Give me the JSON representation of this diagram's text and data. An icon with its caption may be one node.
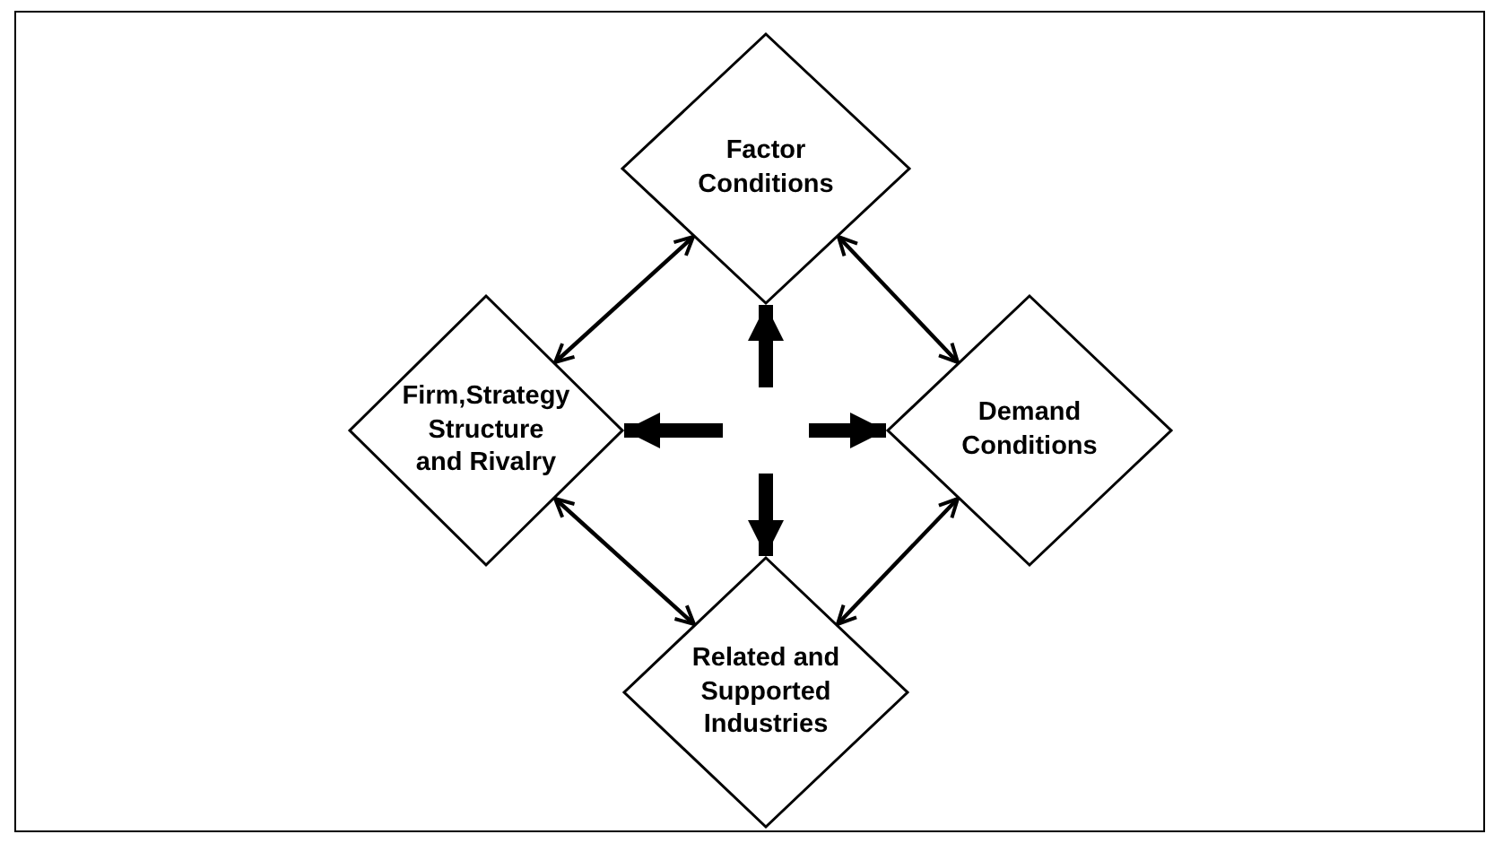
{
  "diagram": {
    "nodes": [
      {
        "text": [
          "Factor Conditions"
        ]
      },
      {
        "text": [
          "Firm,Strategy Structure and Rivalry"
        ]
      },
      {
        "text": [
          "Demand Conditions"
        ]
      },
      {
        "text": [
          "Related and Supported Industries"
        ]
      }
    ],
    "edges": [
      {
        "from": 0,
        "to": 1,
        "arrow": "both"
      },
      {
        "from": 0,
        "to": 2,
        "arrow": "both"
      },
      {
        "from": 1,
        "to": 3,
        "arrow": "both"
      },
      {
        "from": 2,
        "to": 3,
        "arrow": "both"
      },
      {
        "from": null,
        "to": 0,
        "arrow": "to",
        "style": "thick"
      },
      {
        "from": null,
        "to": 1,
        "arrow": "to",
        "style": "thick"
      },
      {
        "from": null,
        "to": 2,
        "arrow": "to",
        "style": "thick"
      },
      {
        "from": null,
        "to": 3,
        "arrow": "to",
        "style": "thick"
      }
    ]
  }
}
